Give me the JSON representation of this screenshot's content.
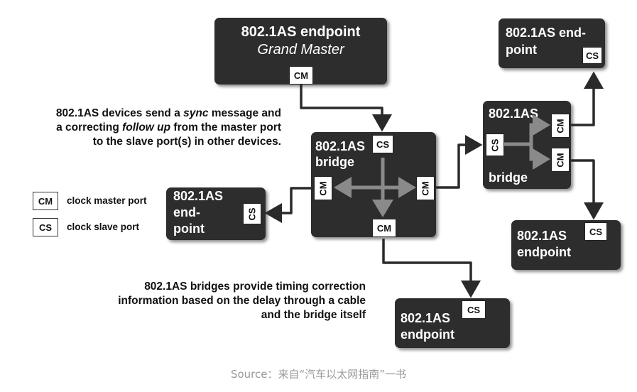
{
  "grand_master": {
    "title": "802.1AS endpoint",
    "subtitle": "Grand Master",
    "port": "CM"
  },
  "main_bridge": {
    "line1": "802.1AS",
    "line2": "bridge",
    "ports": {
      "top": "CS",
      "left": "CM",
      "right": "CM",
      "bottom": "CM"
    }
  },
  "right_bridge": {
    "line1": "802.1AS",
    "line2": "bridge",
    "ports": {
      "left": "CS",
      "upper": "CM",
      "lower": "CM"
    }
  },
  "endpoint_top_right": {
    "line1": "802.1AS end-",
    "line2": "point",
    "port": "CS"
  },
  "endpoint_left": {
    "line1": "802.1AS",
    "line2": "end-",
    "line3": "point",
    "port": "CS"
  },
  "endpoint_right_lower": {
    "line1": "802.1AS",
    "line2": "endpoint",
    "port": "CS"
  },
  "endpoint_bottom": {
    "line1": "802.1AS",
    "line2": "endpoint",
    "port": "CS"
  },
  "note_sync": {
    "line1_prefix": "802.1AS devices send a ",
    "line1_em": "sync",
    "line1_suffix": " message and",
    "line2_prefix": "a correcting ",
    "line2_em": "follow up",
    "line2_suffix": " from the master port",
    "line3": "to the slave port(s) in other devices."
  },
  "note_bridge": {
    "line1": "802.1AS bridges provide timing correction",
    "line2": "information based on the delay through a cable",
    "line3": "and the bridge itself"
  },
  "legend": [
    {
      "abbr": "CM",
      "label": "clock master port"
    },
    {
      "abbr": "CS",
      "label": "clock slave port"
    }
  ],
  "source": "Source：来自“汽车以太网指南”一书",
  "colors": {
    "box": "#2d2d2d",
    "arrow": "#2a2a2a",
    "internal_arrow": "#8a8a8a",
    "source_text": "#9a9a9a"
  }
}
